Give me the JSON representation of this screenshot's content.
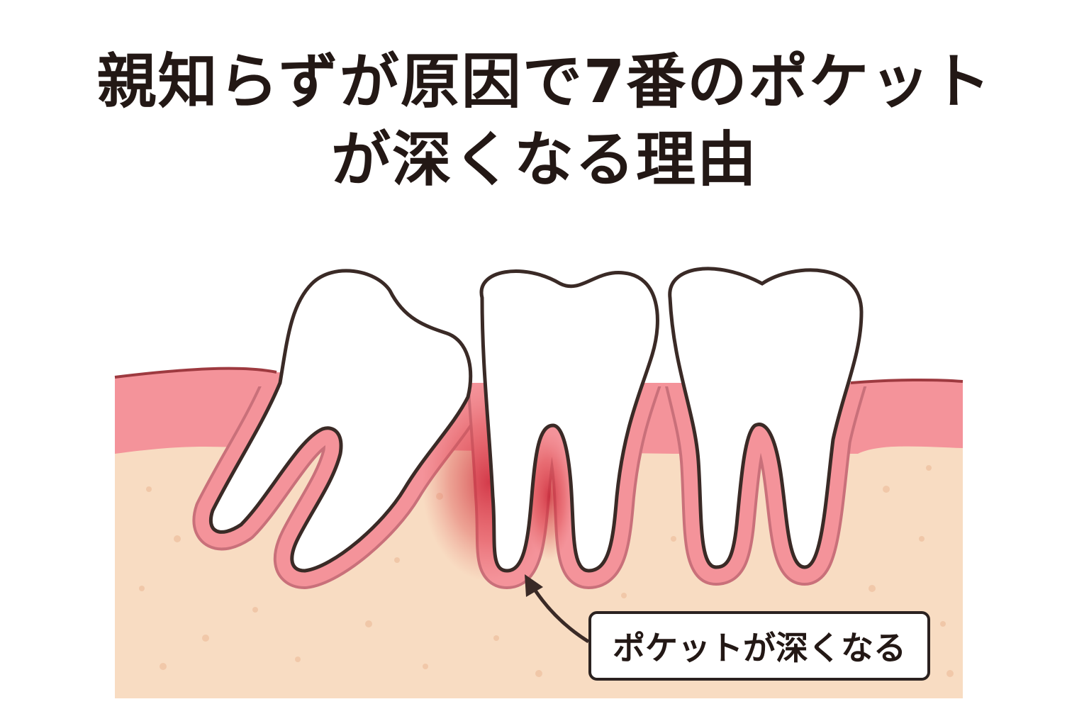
{
  "title": {
    "line1": "親知らずが原因で7番のポケット",
    "line2": "が深くなる理由"
  },
  "callout": {
    "label": "ポケットが深くなる"
  },
  "colors": {
    "gum": "#f4939a",
    "gum_edge": "#9e3a40",
    "bone": "#f8dcc2",
    "inflammation": "#d2283a",
    "tooth_outline": "#3a2a26"
  }
}
